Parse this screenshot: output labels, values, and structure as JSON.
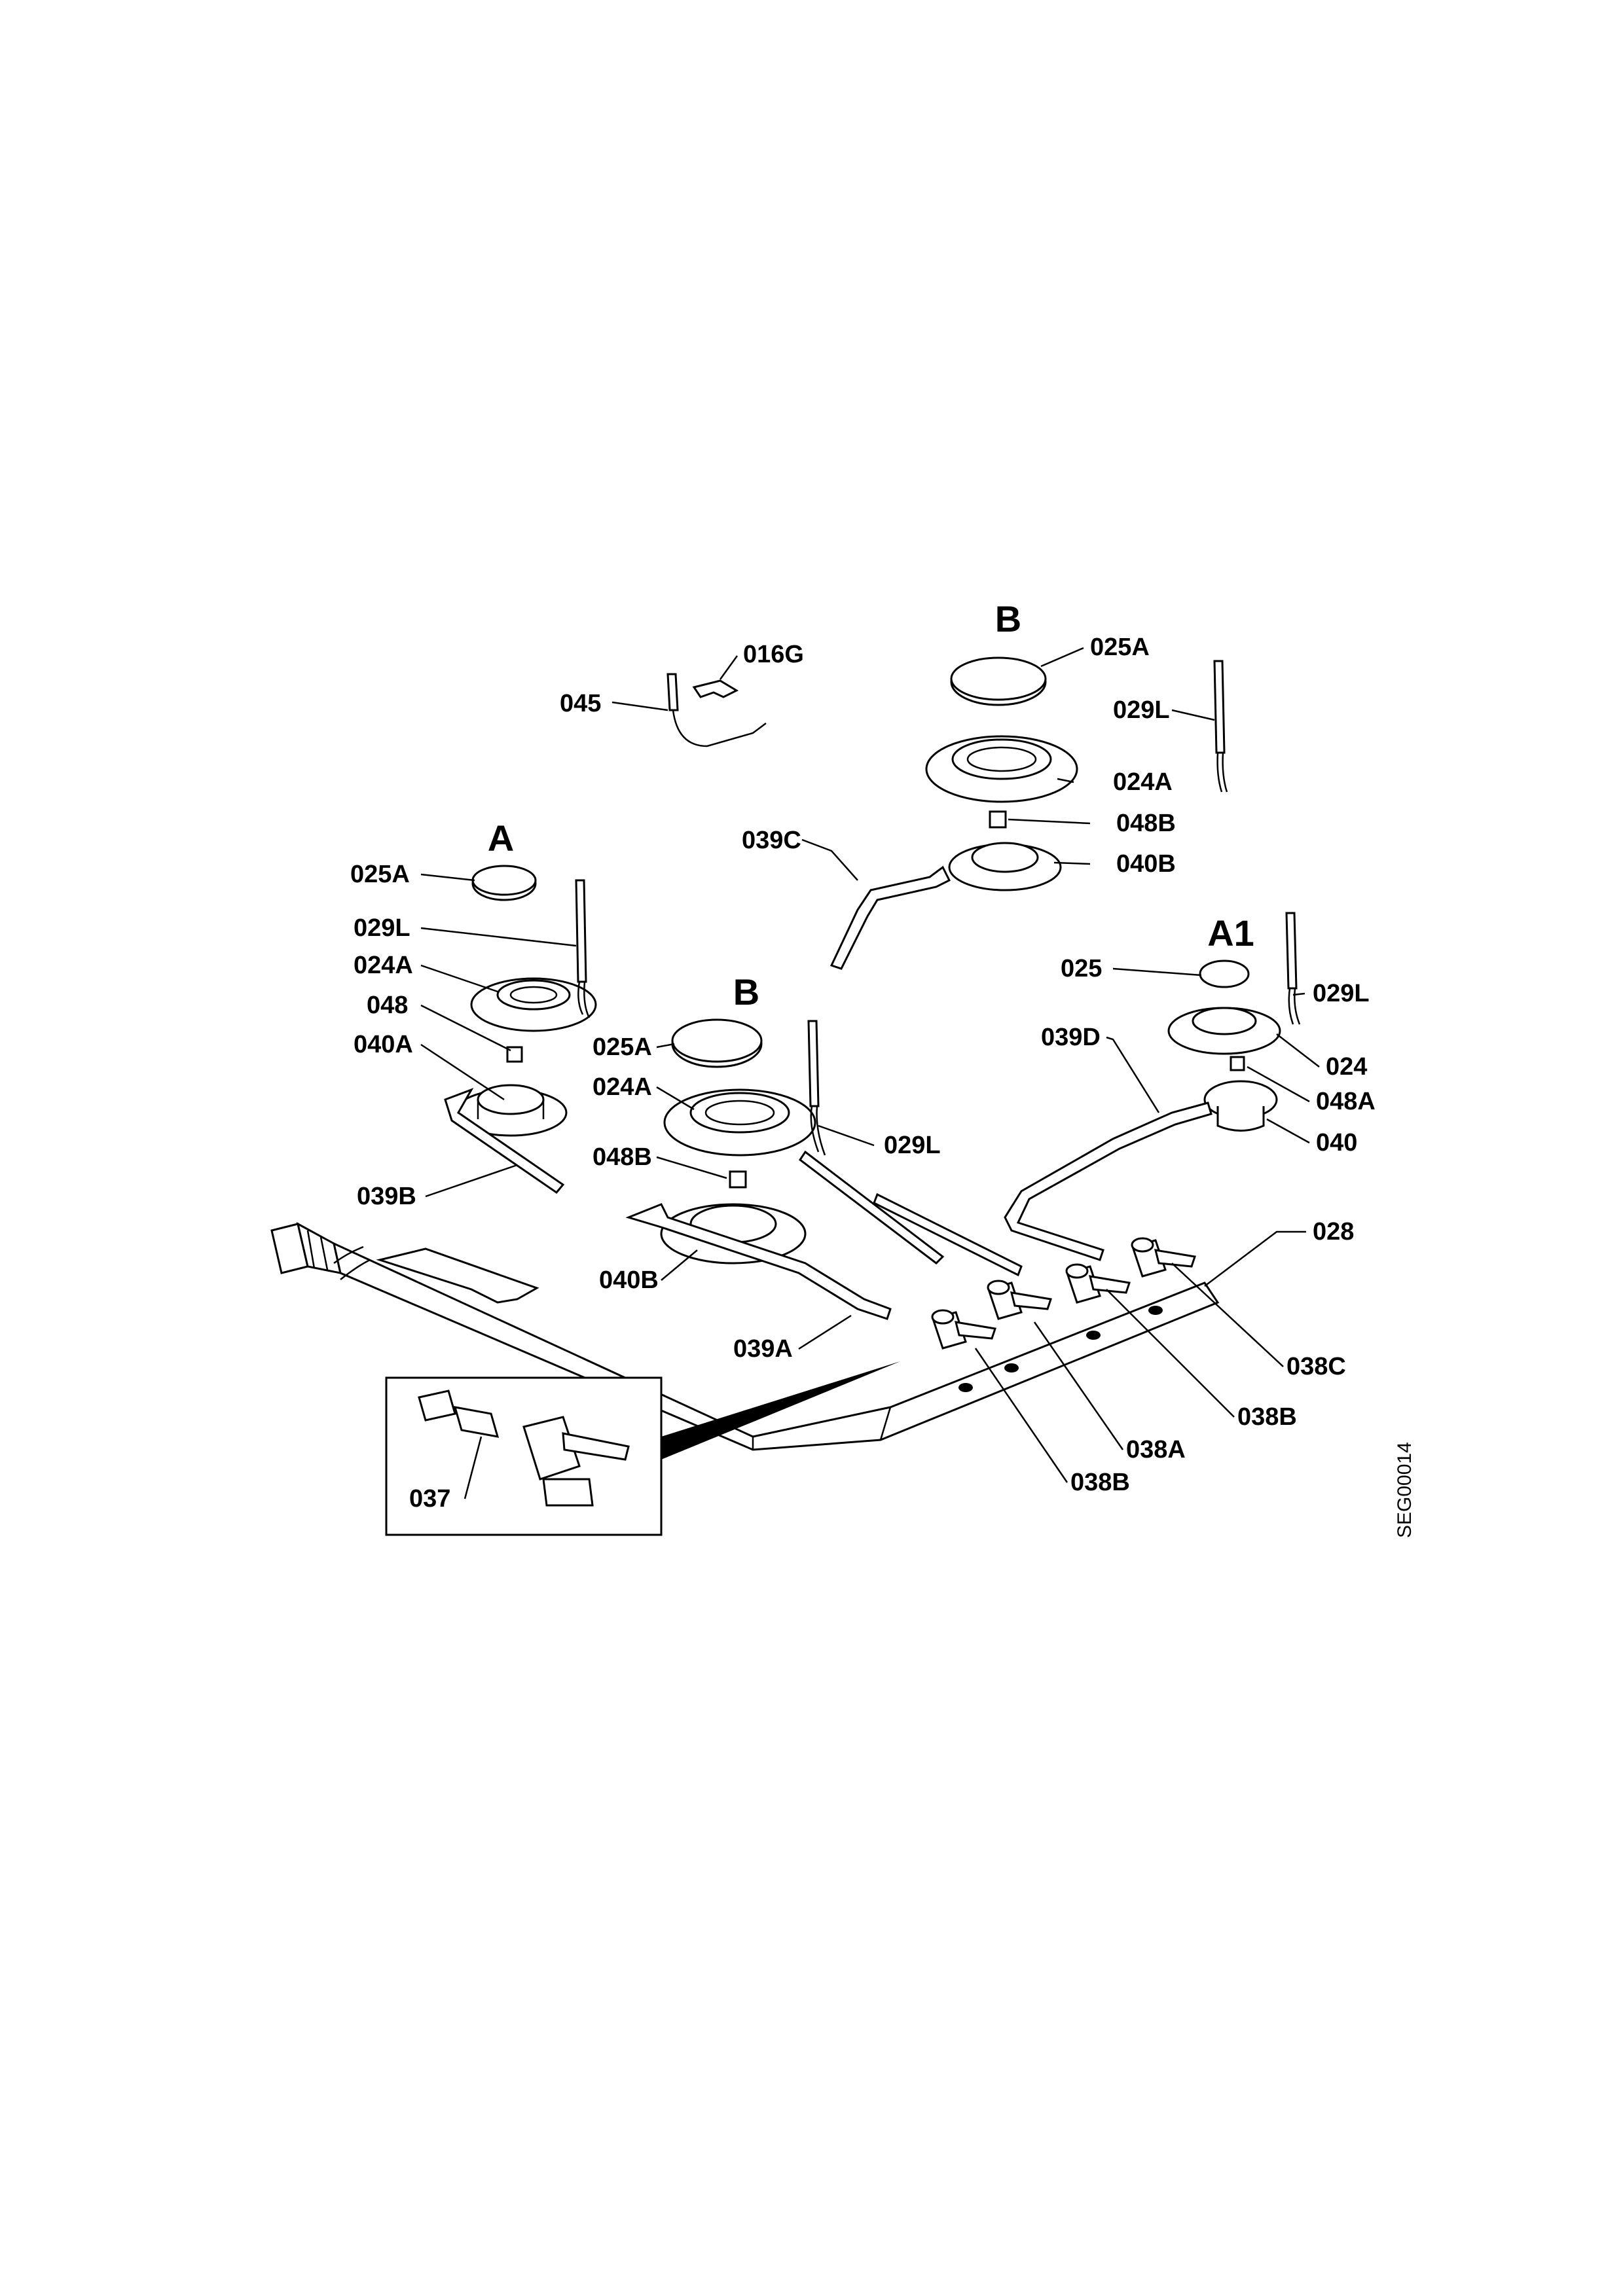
{
  "diagram": {
    "drawing_code": "SEG00014",
    "groups": {
      "burner_a": "A",
      "burner_b_top": "B",
      "burner_b_mid": "B",
      "burner_a1": "A1"
    },
    "labels": {
      "l_016G": "016G",
      "l_045": "045",
      "l_025A_top": "025A",
      "l_029L_top": "029L",
      "l_024A_top": "024A",
      "l_048B_top": "048B",
      "l_039C": "039C",
      "l_040B_top": "040B",
      "l_025A_left": "025A",
      "l_029L_left": "029L",
      "l_024A_left": "024A",
      "l_048": "048",
      "l_040A": "040A",
      "l_039B": "039B",
      "l_025A_mid": "025A",
      "l_024A_mid": "024A",
      "l_029L_mid": "029L",
      "l_048B_mid": "048B",
      "l_040B_mid": "040B",
      "l_039A": "039A",
      "l_025": "025",
      "l_029L_right": "029L",
      "l_039D": "039D",
      "l_024": "024",
      "l_048A": "048A",
      "l_040": "040",
      "l_028": "028",
      "l_038C": "038C",
      "l_038B_right": "038B",
      "l_038A": "038A",
      "l_038B_left": "038B",
      "l_037": "037"
    }
  }
}
